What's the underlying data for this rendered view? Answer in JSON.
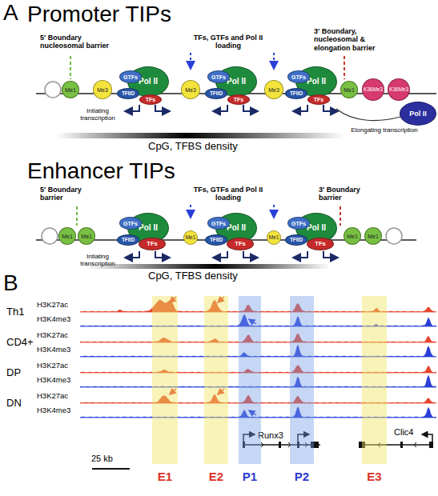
{
  "diagram": {
    "nodes": [
      {
        "text": [
          "Me1"
        ]
      },
      {
        "text": [
          "Me3"
        ]
      },
      {
        "text": [
          "Pol II"
        ]
      },
      {
        "text": [
          "GTFs"
        ]
      },
      {
        "text": [
          "TFIID"
        ]
      },
      {
        "text": [
          "TFs"
        ]
      },
      {
        "text": [
          "Me3"
        ]
      },
      {
        "text": [
          "Pol II"
        ]
      },
      {
        "text": [
          "GTFs"
        ]
      },
      {
        "text": [
          "TFIID"
        ]
      },
      {
        "text": [
          "TFs"
        ]
      },
      {
        "text": [
          "Me3"
        ]
      },
      {
        "text": [
          "Pol II"
        ]
      },
      {
        "text": [
          "GTFs"
        ]
      },
      {
        "text": [
          "TFIID"
        ]
      },
      {
        "text": [
          "TFs"
        ]
      },
      {
        "text": [
          "Me1"
        ]
      },
      {
        "text": [
          "K36Me3"
        ]
      },
      {
        "text": [
          "K36Me3"
        ]
      },
      {
        "text": [
          "Pol II"
        ]
      },
      {
        "text": [
          "Me1"
        ]
      },
      {
        "text": [
          "Me1"
        ]
      },
      {
        "text": [
          "Pol II"
        ]
      },
      {
        "text": [
          "GTFs"
        ]
      },
      {
        "text": [
          "TFIID"
        ]
      },
      {
        "text": [
          "TFs"
        ]
      },
      {
        "text": [
          "Me1"
        ]
      },
      {
        "text": [
          "Pol II"
        ]
      },
      {
        "text": [
          "GTFs"
        ]
      },
      {
        "text": [
          "TFIID"
        ]
      },
      {
        "text": [
          "TFs"
        ]
      },
      {
        "text": [
          "Me1"
        ]
      },
      {
        "text": [
          "Pol II"
        ]
      },
      {
        "text": [
          "GTFs"
        ]
      },
      {
        "text": [
          "TFIID"
        ]
      },
      {
        "text": [
          "TFs"
        ]
      },
      {
        "text": [
          "Me1"
        ]
      },
      {
        "text": [
          "Me1"
        ]
      },
      {
        "text": [
          "E1"
        ]
      },
      {
        "text": [
          "E2"
        ]
      },
      {
        "text": [
          "P1"
        ]
      },
      {
        "text": [
          "P2"
        ]
      },
      {
        "text": [
          "E3"
        ]
      }
    ],
    "labels": [
      "A",
      "Promoter TIPs",
      "5' Boundary nucleosomal barrier",
      "TFs, GTFs and Pol II loading",
      "3' Boundary, nucleosomal & elongation barrier",
      "Intiating transcription",
      "Elongating transcription",
      "CpG, TFBS density",
      "Enhancer TIPs",
      "5' Boundary barrier",
      "TFs, GTFs and Pol II loading",
      "3' Boundary barrier",
      "Intiating transcription",
      "CpG, TFBS density",
      "B",
      "Th1",
      "H3K27ac",
      "H3K4me3",
      "CD4+",
      "H3K27ac",
      "H3K4me3",
      "DP",
      "H3K27ac",
      "H3K4me3",
      "DN",
      "H3K27ac",
      "H3K4me3",
      "Runx3",
      "Clic4",
      "25 kb"
    ]
  }
}
